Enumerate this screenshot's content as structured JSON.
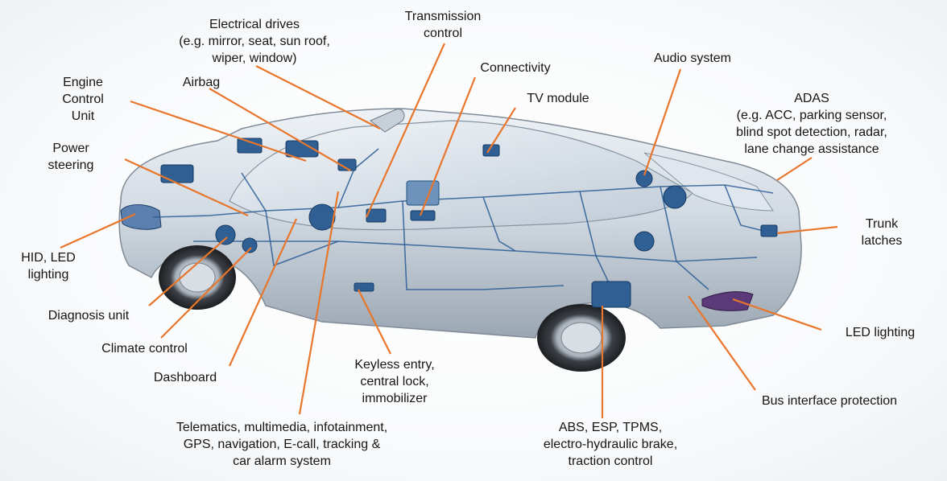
{
  "labels": {
    "electrical_drives": "Electrical drives\n(e.g. mirror, seat, sun roof,\nwiper, window)",
    "transmission_control": "Transmission\ncontrol",
    "connectivity": "Connectivity",
    "tv_module": "TV module",
    "audio_system": "Audio system",
    "adas": "ADAS\n(e.g. ACC, parking sensor,\nblind spot detection, radar,\nlane change assistance",
    "engine_control_unit": "Engine\nControl\nUnit",
    "airbag": "Airbag",
    "power_steering": "Power\nsteering",
    "trunk_latches": "Trunk\nlatches",
    "hid_led_lighting": "HID, LED\nlighting",
    "diagnosis_unit": "Diagnosis unit",
    "climate_control": "Climate control",
    "dashboard": "Dashboard",
    "keyless_entry": "Keyless entry,\ncentral lock,\nimmobilizer",
    "led_lighting": "LED lighting",
    "bus_interface_protection": "Bus interface protection",
    "telematics": "Telematics, multimedia, infotainment,\nGPS, navigation, E-call, tracking &\ncar alarm system",
    "abs_esp": "ABS, ESP, TPMS,\nelectro-hydraulic brake,\ntraction control"
  },
  "colors": {
    "leader_line": "#e8762c",
    "car_body": "#c9d3dd",
    "wiring": "#2a5d95"
  }
}
